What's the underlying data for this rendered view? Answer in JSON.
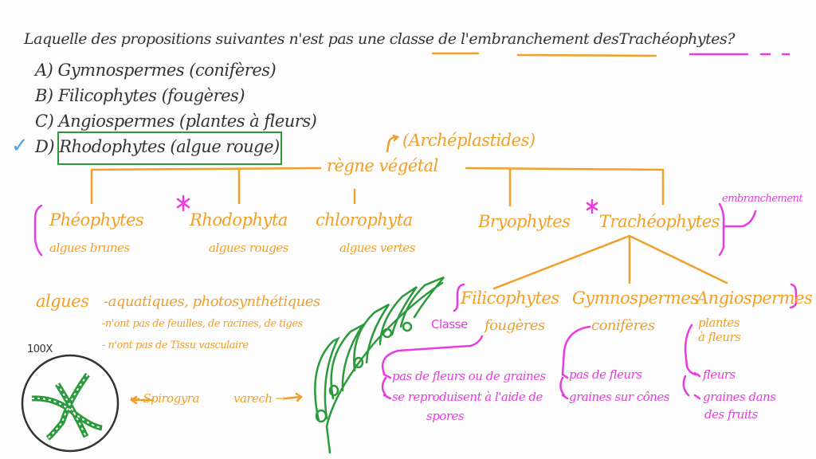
{
  "question": {
    "prefix": "Laquelle des propositions suivantes n'est pas une",
    "word_classe": "classe",
    "middle": "de l'",
    "word_embranchement": "embranchement",
    "des": "des",
    "word_tracheophytes": "Trachéophytes",
    "suffix": "?"
  },
  "options": [
    {
      "letter": "A)",
      "text": "Gymnospermes (conifères)"
    },
    {
      "letter": "B)",
      "text": "Filicophytes (fougères)"
    },
    {
      "letter": "C)",
      "text": "Angiospermes (plantes à fleurs)"
    },
    {
      "letter": "D)",
      "text": "Rhodophytes (algue rouge)",
      "correct": true,
      "mark": "✓"
    }
  ],
  "tree": {
    "root": "règne végétal",
    "root_alias": "(Archéplastides)",
    "branches": [
      {
        "name": "Phéophytes",
        "common": "algues brunes"
      },
      {
        "name": "Rhodophyta",
        "common": "algues rouges",
        "star": "*"
      },
      {
        "name": "chlorophyta",
        "common": "algues vertes"
      },
      {
        "name": "Bryophytes"
      },
      {
        "name": "Trachéophytes",
        "star": "*"
      }
    ],
    "embranchement_label": "embranchement",
    "classes_label": "Classe",
    "classes": [
      {
        "name": "Filicophytes",
        "common": "fougères",
        "traits": [
          "pas de fleurs ou de graines",
          "se reproduisent à l'aide de",
          "spores"
        ]
      },
      {
        "name": "Gymnospermes",
        "common": "conifères",
        "traits": [
          "pas de fleurs",
          "graines sur cônes"
        ]
      },
      {
        "name": "Angiospermes",
        "common": "plantes",
        "common2": "à fleurs",
        "traits": [
          "fleurs",
          "graines dans",
          "des fruits"
        ]
      }
    ]
  },
  "algae_notes": {
    "title": "algues",
    "lines": [
      "-aquatiques, photosynthétiques",
      "-n'ont pas de feuilles, de racines, de tiges",
      "- n'ont pas de Tissu vasculaire"
    ]
  },
  "illustrations": {
    "magnification": "100X",
    "spirogyra_label": "← Spirogyra",
    "varech_label": "varech →"
  },
  "colors": {
    "ink": "#333333",
    "orange": "#f0a028",
    "magenta": "#e83ce0",
    "green": "#2a9a3a",
    "check_blue": "#4da3e0"
  }
}
